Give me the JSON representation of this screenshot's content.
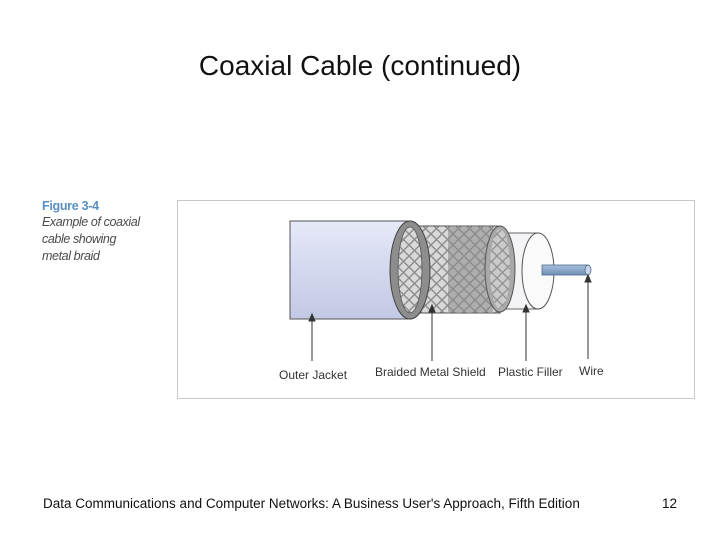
{
  "slide": {
    "title": "Coaxial Cable (continued)",
    "footer": "Data Communications and Computer Networks: A Business User's Approach, Fifth Edition",
    "page_number": "12"
  },
  "figure": {
    "number": "Figure 3-4",
    "caption": "Example of coaxial cable showing metal braid",
    "labels": {
      "outer_jacket": "Outer Jacket",
      "braided_metal_shield": "Braided Metal Shield",
      "plastic_filler": "Plastic Filler",
      "wire": "Wire"
    }
  },
  "colors": {
    "jacket": "#d6daf0",
    "braid": "#9c9c9c",
    "filler": "#f1f1f4",
    "wire": "#8aa7c8",
    "caption_accent": "#5a8fc4"
  }
}
